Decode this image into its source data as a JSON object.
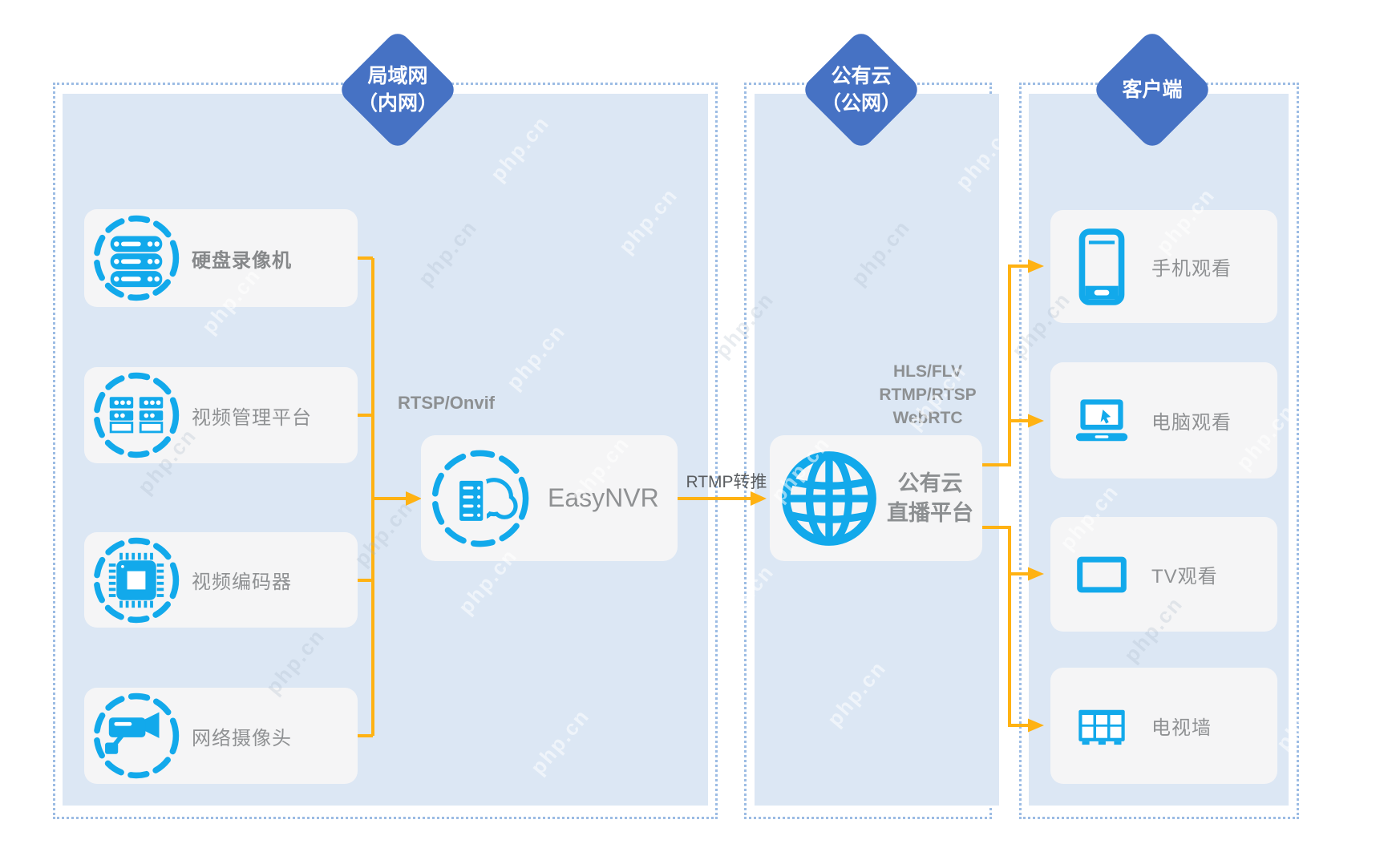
{
  "watermark": {
    "text": "php.cn"
  },
  "sections": [
    {
      "diamond_line1": "局域网",
      "diamond_line2": "（内网）"
    },
    {
      "diamond_line1": "公有云",
      "diamond_line2": "（公网）"
    },
    {
      "diamond_line1": "客户端",
      "diamond_line2": ""
    }
  ],
  "lan": {
    "devices": [
      {
        "label": "硬盘录像机",
        "icon": "dvr-icon"
      },
      {
        "label": "视频管理平台",
        "icon": "vms-icon"
      },
      {
        "label": "视频编码器",
        "icon": "encoder-icon"
      },
      {
        "label": "网络摄像头",
        "icon": "ip-camera-icon"
      }
    ],
    "protocol_label": "RTSP/Onvif",
    "server_label": "EasyNVR"
  },
  "cloud": {
    "protocols": [
      "HLS/FLV",
      "RTMP/RTSP",
      "WebRTC"
    ],
    "push_label": "RTMP转推",
    "platform_line1": "公有云",
    "platform_line2": "直播平台"
  },
  "client": {
    "endpoints": [
      {
        "label": "手机观看",
        "icon": "phone-icon"
      },
      {
        "label": "电脑观看",
        "icon": "laptop-icon"
      },
      {
        "label": "TV观看",
        "icon": "tv-icon"
      },
      {
        "label": "电视墙",
        "icon": "video-wall-icon"
      }
    ]
  },
  "colors": {
    "diamond_blue": "#4672C4",
    "panel_fill": "#DCE7F4",
    "dotted_border": "#9CBCE4",
    "icon_cyan": "#12A9EB",
    "connector_orange": "#FFB213",
    "label_gray": "#8F9193"
  }
}
